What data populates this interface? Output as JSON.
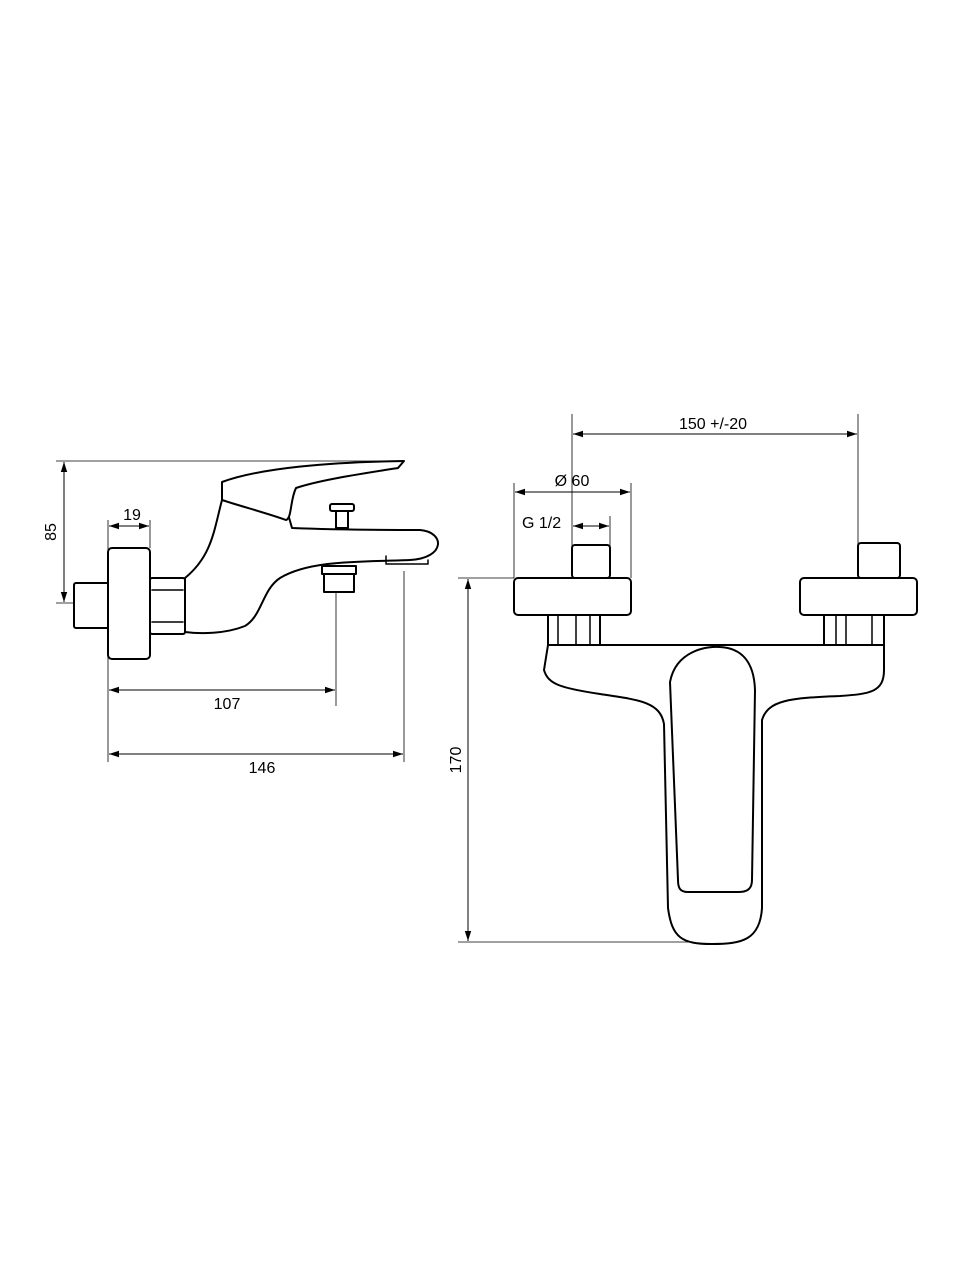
{
  "dimensions": {
    "side_height": "85",
    "wall_plate": "19",
    "spout_length": "107",
    "total_depth": "146",
    "center_distance": "150 +/-20",
    "rosette_diameter": "Ø 60",
    "thread_size": "G 1/2",
    "total_height": "170"
  },
  "colors": {
    "line": "#000000",
    "background": "#ffffff"
  }
}
